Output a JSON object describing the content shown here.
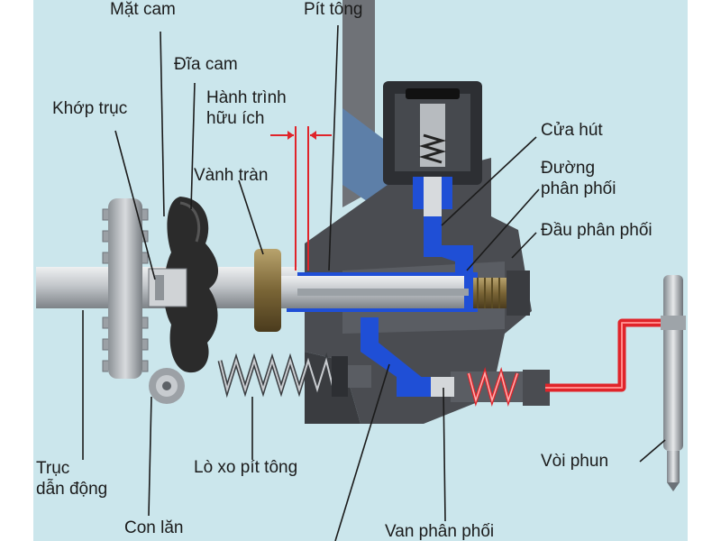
{
  "diagram": {
    "labels": {
      "mat_cam": "Mặt cam",
      "piston": "Pít tông",
      "dia_cam": "Đĩa cam",
      "hanh_trinh": [
        "Hành trình",
        "hữu ích"
      ],
      "khop_truc": "Khớp trục",
      "vanh_tran": "Vành tràn",
      "cua_hut": "Cửa hút",
      "duong_phan_phoi": [
        "Đường",
        "phân phối"
      ],
      "dau_phan_phoi": "Đầu phân phối",
      "truc_dan_dong": [
        "Trục",
        "dẫn động"
      ],
      "lo_xo": "Lò xo pít tông",
      "con_lan": "Con lăn",
      "van_phan_phoi": "Van phân phối",
      "voi_phun": "Vòi phun"
    },
    "colors": {
      "background": "#cbe6ec",
      "fuel_blue": "#1f4fd6",
      "high_pressure_red": "#e0242a",
      "housing": "#4a4c51",
      "cam_disc": "#2b2b2b",
      "shaft": "#c9cccf"
    }
  }
}
